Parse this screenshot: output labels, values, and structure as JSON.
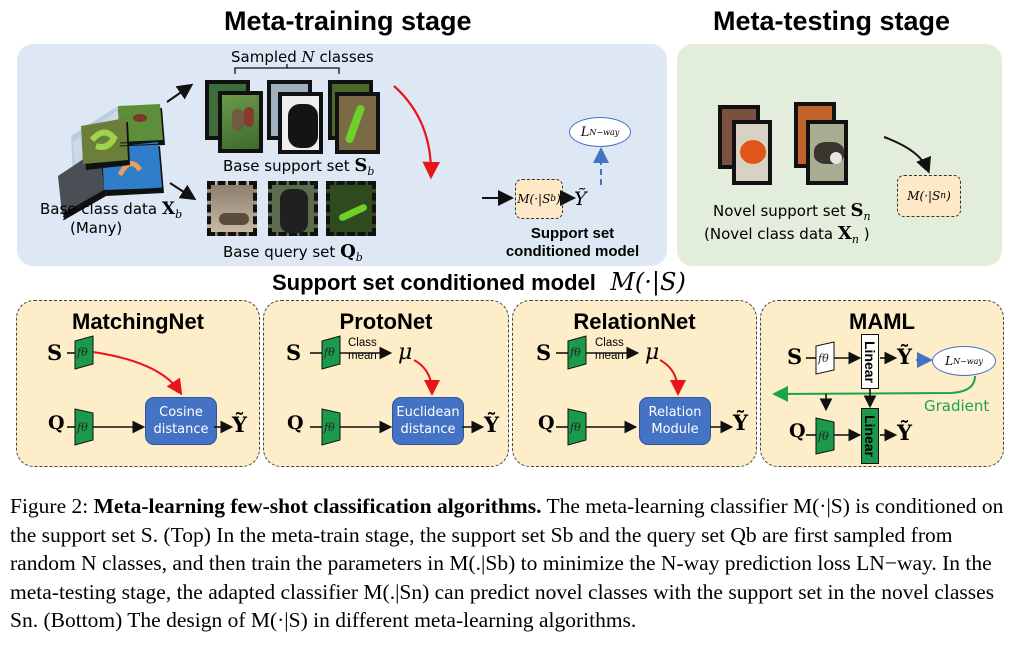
{
  "top": {
    "meta_training_title": "Meta-training stage",
    "meta_testing_title": "Meta-testing stage",
    "sampled_classes": "Sampled N classes",
    "sampled_prefix": "Sampled ",
    "sampled_N": "N",
    "sampled_suffix": " classes",
    "base_class_data": "Base class data",
    "base_class_symbol": "X",
    "base_class_sub": "b",
    "base_class_many": "(Many)",
    "base_support_set": "Base support set",
    "base_support_symbol": "S",
    "base_support_sub": "b",
    "base_query_set": "Base query set",
    "base_query_symbol": "Q",
    "base_query_sub": "b",
    "model_box_label": "M(·|S",
    "model_box_sub": "b",
    "model_caption_line1": "Support set",
    "model_caption_line2": "conditioned model",
    "y_tilde": "Ỹ",
    "loss_label": "L",
    "loss_sub": "N−way",
    "novel_support_set": "Novel support set",
    "novel_support_symbol": "S",
    "novel_support_sub": "n",
    "novel_class_data": "(Novel class data",
    "novel_class_symbol": "X",
    "novel_class_sub": "n",
    "novel_model_label": "M(·|S",
    "novel_model_sub": "n",
    "support_images": [
      "birds",
      "dog",
      "snake"
    ],
    "query_images": [
      "bird-feeder",
      "dog",
      "snake"
    ],
    "novel_images": [
      "crab",
      "ferret"
    ]
  },
  "bottom": {
    "section_title": "Support set conditioned model",
    "section_math": "M(·|S)",
    "algorithms": [
      {
        "name": "MatchingNet",
        "module": [
          "Cosine",
          "distance"
        ]
      },
      {
        "name": "ProtoNet",
        "module": [
          "Euclidean",
          "distance"
        ],
        "class_mean": [
          "Class",
          "mean"
        ],
        "mu": "μ"
      },
      {
        "name": "RelationNet",
        "module": [
          "Relation",
          "Module"
        ],
        "class_mean": [
          "Class",
          "mean"
        ],
        "mu": "μ"
      },
      {
        "name": "MAML",
        "linear": "Linear",
        "gradient": "Gradient",
        "loss": "L",
        "loss_sub": "N−way"
      }
    ],
    "s_symbol": "S",
    "q_symbol": "Q",
    "y_symbol": "Ỹ",
    "f_theta": "fθ"
  },
  "caption": {
    "label": "Figure 2:",
    "bold_title": "Meta-learning few-shot classification algorithms.",
    "text": "The meta-learning classifier M(·|S) is conditioned on the support set S. (Top) In the meta-train stage, the support set Sb and the query set Qb are first sampled from random N classes, and then train the parameters in M(.|Sb) to minimize the N-way prediction loss LN−way. In the meta-testing stage, the adapted classifier M(.|Sn) can predict novel classes with the support set in the novel classes Sn. (Bottom) The design of M(·|S) in different meta-learning algorithms."
  },
  "colors": {
    "train_panel": "#dde8f4",
    "test_panel": "#e2eedb",
    "algo_panel": "#fdedc9",
    "module_blue": "#4472c4",
    "encoder_green": "#1a9a4a",
    "red_arrow": "#e8141a",
    "loss_blue": "#4472c4",
    "gradient_green": "#1aa54a"
  }
}
